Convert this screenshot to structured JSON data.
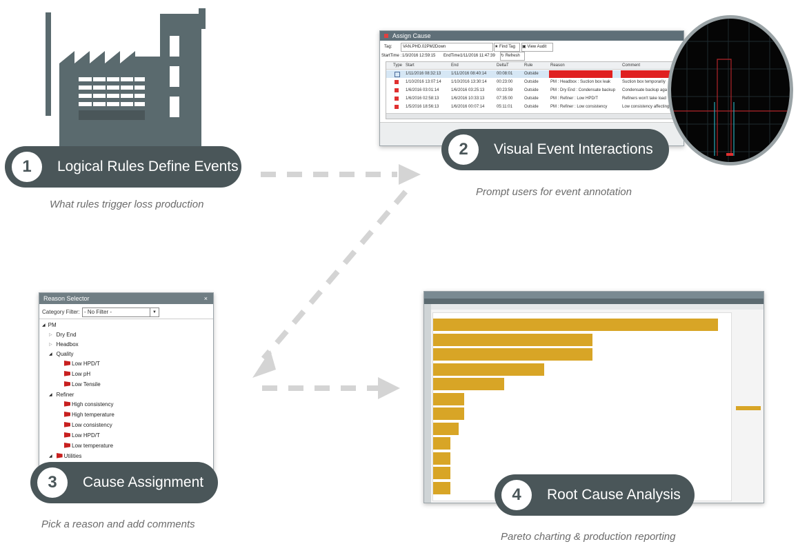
{
  "steps": [
    {
      "number": "1",
      "title": "Logical Rules Define Events",
      "caption": "What rules trigger loss production"
    },
    {
      "number": "2",
      "title": "Visual Event Interactions",
      "caption": "Prompt users for event annotation"
    },
    {
      "number": "3",
      "title": "Cause Assignment",
      "caption": "Pick a reason and add comments"
    },
    {
      "number": "4",
      "title": "Root Cause Analysis",
      "caption": "Pareto charting & production reporting"
    }
  ],
  "assign_cause": {
    "title": "Assign Cause",
    "tag_label": "Tag:",
    "tag_value": "VAN.PHD.02PM2Down",
    "find_tag": "Find Tag",
    "view_audit": "View Audit",
    "start_label": "StartTime :",
    "start_value": "1/3/2016 12:59:15",
    "end_label": "EndTime :",
    "end_value": "1/11/2016 11:47:39",
    "refresh": "Refresh",
    "columns": [
      "Type",
      "Start",
      "End",
      "DeltaT",
      "Rule",
      "Reason",
      "Comment"
    ],
    "rows": [
      {
        "start": "1/11/2016 08:32:13",
        "end": "1/11/2016 08:40:14",
        "delta": "00:08:01",
        "rule": "Outside",
        "reason": "",
        "comment": ""
      },
      {
        "start": "1/10/2016 13:07:14",
        "end": "1/10/2016 13:30:14",
        "delta": "00:23:00",
        "rule": "Outside",
        "reason": "PM : Headbox : Suction box leak",
        "comment": "Suction box temporarily"
      },
      {
        "start": "1/6/2016 03:01:14",
        "end": "1/6/2016 03:25:13",
        "delta": "00:23:59",
        "rule": "Outside",
        "reason": "PM : Dry End : Condensate backup",
        "comment": "Condensate backup aga"
      },
      {
        "start": "1/6/2016 02:58:13",
        "end": "1/6/2016 10:33:13",
        "delta": "07:35:00",
        "rule": "Outside",
        "reason": "PM : Refiner : Low HPD/T",
        "comment": "Refiners won't take load"
      },
      {
        "start": "1/5/2016 18:56:13",
        "end": "1/6/2016 00:07:14",
        "delta": "05:11:01",
        "rule": "Outside",
        "reason": "PM : Refiner : Low consistency",
        "comment": "Low consistency affecting"
      }
    ]
  },
  "reason_selector": {
    "title": "Reason Selector",
    "close": "×",
    "filter_label": "Category Filter:",
    "filter_value": "- No Filter -",
    "items": [
      {
        "label": "PM",
        "level": 0
      },
      {
        "label": "Dry End",
        "level": 1
      },
      {
        "label": "Headbox",
        "level": 1
      },
      {
        "label": "Quality",
        "level": 1
      },
      {
        "label": "Low HPD/T",
        "level": 2
      },
      {
        "label": "Low pH",
        "level": 2
      },
      {
        "label": "Low Tensile",
        "level": 2
      },
      {
        "label": "Refiner",
        "level": 1
      },
      {
        "label": "High consistency",
        "level": 2
      },
      {
        "label": "High temperature",
        "level": 2
      },
      {
        "label": "Low consistency",
        "level": 2
      },
      {
        "label": "Low HPD/T",
        "level": 2
      },
      {
        "label": "Low temperature",
        "level": 2
      },
      {
        "label": "Utilities",
        "level": 1
      }
    ]
  },
  "pareto": {
    "values": [
      1.0,
      0.56,
      0.56,
      0.39,
      0.25,
      0.11,
      0.11,
      0.09,
      0.06,
      0.06,
      0.06,
      0.06
    ]
  },
  "colors": {
    "pill": "#4a5659",
    "bar": "#d8a526",
    "flag": "#c8201f",
    "arrow": "#d4d4d4"
  }
}
